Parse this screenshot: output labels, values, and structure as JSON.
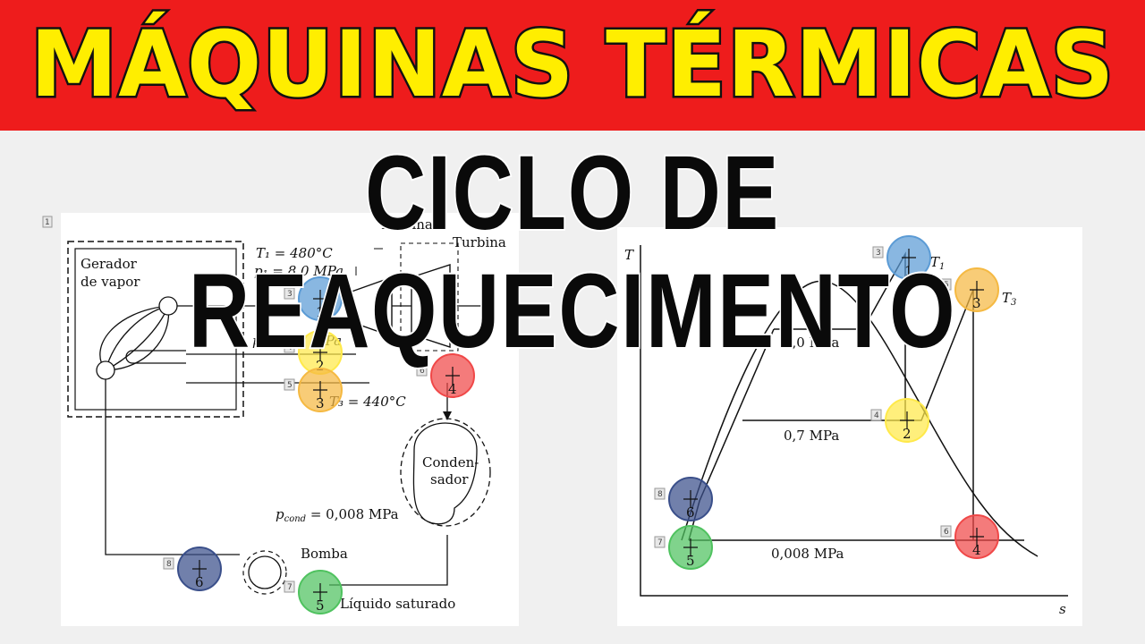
{
  "header": {
    "title_top": "MÁQUINAS TÉRMICAS",
    "title_bottom": "CICLO DE REAQUECIMENTO"
  },
  "schematic": {
    "gerador": "Gerador",
    "de_vapor": "de vapor",
    "turbina1": "Turbina",
    "turbina2": "Turbina",
    "t1_label": "T₁ = 480°C",
    "p1_label": "p₁ = 8,0 MPa",
    "p2_label": "p₂ = 0,7 MPa",
    "t3_label": "T₃ = 440°C",
    "condensador_1": "Conden-",
    "condensador_2": "sador",
    "pcond_label": "p",
    "pcond_sub": "cond",
    "pcond_value": " = 0,008 MPa",
    "bomba": "Bomba",
    "liquido": "Líquido saturado"
  },
  "ts_diagram": {
    "axis_y": "T",
    "axis_x": "s",
    "p_high": "8,0 MPa",
    "p_mid": "0,7 MPa",
    "p_low": "0,008 MPa",
    "t1": "T",
    "t1_sub": "1",
    "t3": "T",
    "t3_sub": "3"
  },
  "markers": {
    "colors": {
      "blue": "#5b9bd5",
      "yellow": "#ffe94a",
      "orange": "#f5b942",
      "red": "#f04848",
      "navy": "#3a4f8a",
      "green": "#4fc25f"
    },
    "left": [
      {
        "state": "1",
        "tag": "3",
        "color": "blue"
      },
      {
        "state": "2",
        "tag": "4",
        "color": "yellow"
      },
      {
        "state": "3",
        "tag": "5",
        "color": "orange"
      },
      {
        "state": "4",
        "tag": "6",
        "color": "red"
      },
      {
        "state": "5",
        "tag": "7",
        "color": "green"
      },
      {
        "state": "6",
        "tag": "8",
        "color": "navy"
      }
    ],
    "right": [
      {
        "state": "1",
        "tag": "3",
        "color": "blue"
      },
      {
        "state": "3",
        "tag": "5",
        "color": "orange"
      },
      {
        "state": "2",
        "tag": "4",
        "color": "yellow"
      },
      {
        "state": "6",
        "tag": "8",
        "color": "navy"
      },
      {
        "state": "5",
        "tag": "7",
        "color": "green"
      },
      {
        "state": "4",
        "tag": "6",
        "color": "red"
      }
    ],
    "panel_tag": "1"
  }
}
